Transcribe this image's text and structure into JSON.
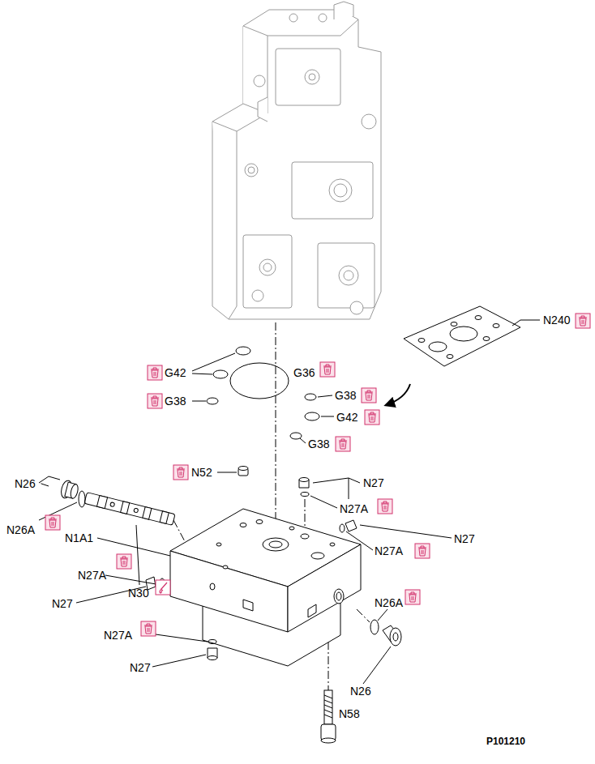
{
  "diagram": {
    "labels": [
      "N240",
      "G42",
      "G36",
      "G38",
      "G38",
      "G42",
      "G38",
      "N52",
      "N26",
      "N27",
      "N27A",
      "N27",
      "N26A",
      "N1A1",
      "N27A",
      "N27A",
      "N30",
      "N27",
      "N26A",
      "N27A",
      "N27",
      "N26",
      "N58",
      "P101210"
    ]
  }
}
